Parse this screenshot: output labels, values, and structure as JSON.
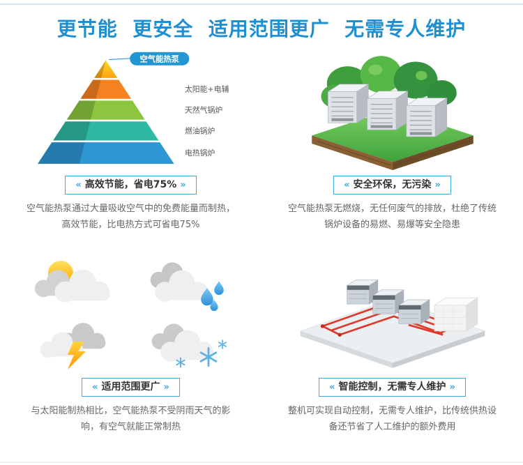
{
  "page": {
    "title": "更节能  更安全  适用范围更广  无需专人维护"
  },
  "decor": {
    "left": "«",
    "right": "»"
  },
  "pyramid": {
    "tag": "空气能热泵",
    "layer_labels": [
      "太阳能+电辅",
      "天然气锅炉",
      "燃油锅炉",
      "电热锅炉"
    ],
    "layer_colors": [
      "#ffb912",
      "#f58220",
      "#8cc63f",
      "#2fb9a3",
      "#2e96d3"
    ]
  },
  "sections": {
    "efficiency": {
      "header": "高效节能，省电75%",
      "body": "空气能热泵通过大量吸收空气中的免费能量而制热，高效节能，比电热方式可省电75%"
    },
    "safety": {
      "header": "安全环保，无污染",
      "body": "空气能热泵无燃烧，无任何废气的排放，杜绝了传统锅炉设备的易燃、易爆等安全隐患"
    },
    "range": {
      "header": "适用范围更广",
      "body": "与太阳能制热相比，空气能热泵不受阴雨天气的影响，有空气就能正常制热"
    },
    "smart": {
      "header": "智能控制，无需专人维护",
      "body": "整机可实现自动控制，无需专人维护，比传统供热设备还节省了人工维护的额外费用"
    }
  },
  "illustrations": {
    "pyramid": "energy-cost-pyramid",
    "heat_pump": "heat-pump-units-on-grass",
    "weather": [
      "sun-cloud",
      "rain-cloud",
      "lightning-cloud",
      "snow-cloud"
    ],
    "piping": "smart-control-piping-system"
  },
  "colors": {
    "title": "#1e8fd0",
    "header_border": "#3fa6dc",
    "header_text": "#333333",
    "body_text": "#666666",
    "top_line": "#cfe8f7",
    "pipe_red": "#df382a",
    "grass_green": "#4fb24a",
    "tag_blue": "#2196d3"
  }
}
